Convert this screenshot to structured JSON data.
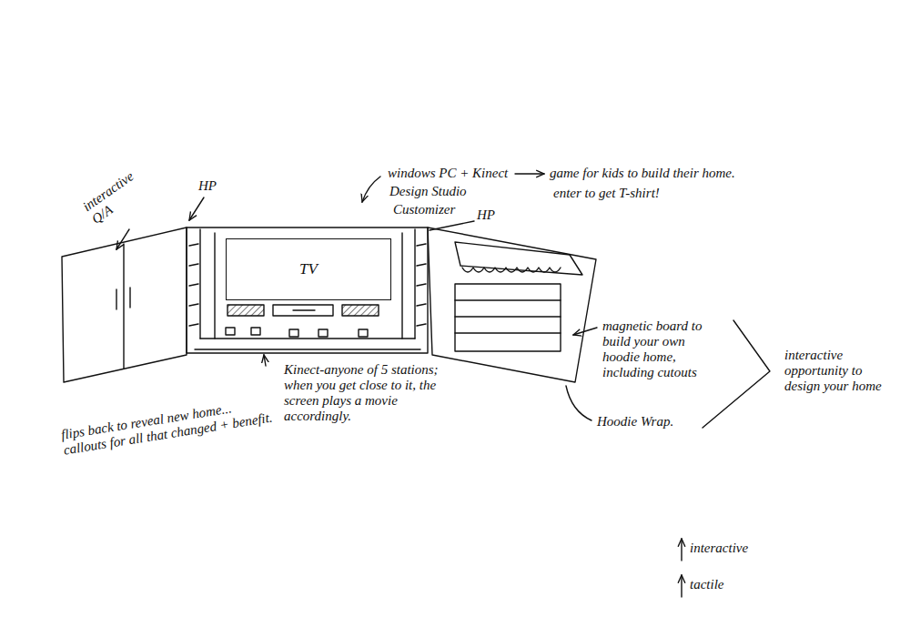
{
  "diagram": {
    "nodes": [
      {
        "text": [
          "TV"
        ]
      }
    ],
    "labels": [
      "interactive Q/A",
      "HP",
      "windows PC + Kinect",
      "game for kids to build their home.",
      "enter to get T-shirt!",
      "Design Studio",
      "Customizer",
      "HP",
      "Kinect-anyone of 5 stations; when you get close to it, the screen plays a movie accordingly.",
      "magnetic board to build your own hoodie home, including cutouts",
      "Hoodie Wrap.",
      "interactive opportunity to design your home",
      "flips back to reveal new home... callouts for all that changed + benefit.",
      "interactive",
      "tactile"
    ]
  }
}
